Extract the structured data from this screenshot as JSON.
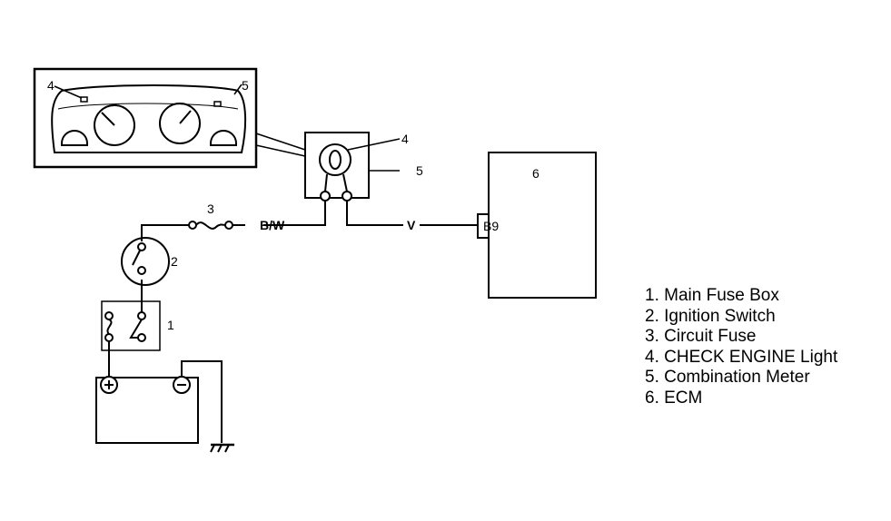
{
  "diagram": {
    "labels": {
      "meter_callout_4": "4",
      "meter_callout_5": "5",
      "bulb_callout_4": "4",
      "bulb_callout_5": "5",
      "ecm_number": "6",
      "ecm_pin": "B9",
      "fuse_number": "3",
      "switch_number": "2",
      "fusebox_number": "1",
      "wire_bw": "B/W",
      "wire_v": "V"
    },
    "legend": [
      "1. Main Fuse Box",
      "2. Ignition Switch",
      "3. Circuit Fuse",
      "4. CHECK ENGINE Light",
      "5. Combination Meter",
      "6. ECM"
    ]
  }
}
